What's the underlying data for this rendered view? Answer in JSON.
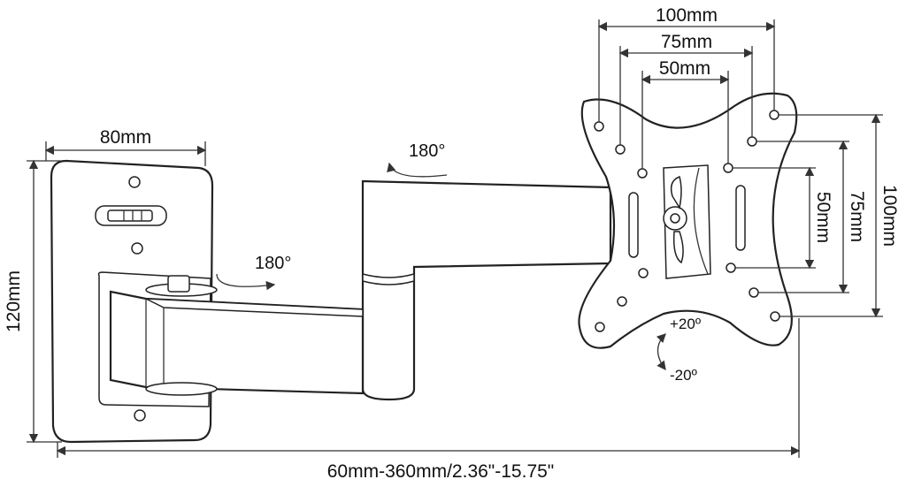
{
  "diagram": {
    "vesa_dims": {
      "outer": "100mm",
      "middle": "75mm",
      "inner": "50mm"
    },
    "vesa_dims_vertical": {
      "inner": "50mm",
      "middle": "75mm",
      "outer": "100mm"
    },
    "wall_plate": {
      "width": "80mm",
      "height": "120mm"
    },
    "swivel_upper": "180°",
    "swivel_lower": "180°",
    "tilt_up": "+20º",
    "tilt_down": "-20º",
    "extension": "60mm-360mm/2.36\"-15.75\"",
    "colors": {
      "line": "#222222",
      "background": "#ffffff"
    }
  }
}
